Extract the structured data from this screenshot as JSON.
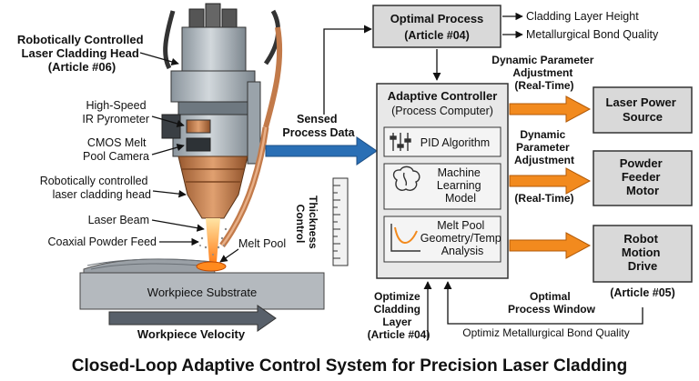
{
  "caption": "Closed-Loop Adaptive Control System for Precision Laser Cladding",
  "head_title": {
    "l1": "Robotically Controlled",
    "l2": "Laser Cladding Head",
    "l3": "(Article #06)"
  },
  "left_labels": {
    "pyrometer_l1": "High-Speed",
    "pyrometer_l2": "IR Pyrometer",
    "camera_l1": "CMOS Melt",
    "camera_l2": "Pool Camera",
    "head_l1": "Robotically controlled",
    "head_l2": "laser cladding head",
    "laser_beam": "Laser Beam",
    "powder_feed": "Coaxial Powder Feed",
    "melt_pool": "Melt Pool"
  },
  "workpiece": {
    "substrate": "Workpiece Substrate",
    "velocity": "Workpiece Velocity"
  },
  "thickness": {
    "l1": "Thickness",
    "l2": "Control"
  },
  "sensed": {
    "l1": "Sensed",
    "l2": "Process Data"
  },
  "optimal_process": {
    "title": "Optimal Process",
    "article": "(Article #04)",
    "out1": "Cladding Layer Height",
    "out2": "Metallurgical Bond Quality"
  },
  "controller": {
    "title": "Adaptive Controller",
    "subtitle": "(Process Computer)",
    "pid": "PID Algorithm",
    "ml_l1": "Machine",
    "ml_l2": "Learning",
    "ml_l3": "Model",
    "melt_l1": "Melt Pool",
    "melt_l2": "Geometry/Temp",
    "melt_l3": "Analysis"
  },
  "adjust1": {
    "l1": "Dynamic Parameter",
    "l2": "Adjustment",
    "l3": "(Real-Time)"
  },
  "adjust2": {
    "l1": "Dynamic",
    "l2": "Parameter",
    "l3": "Adjustment"
  },
  "adjust2_rt": "(Real-Time)",
  "outputs": {
    "laser_l1": "Laser Power",
    "laser_l2": "Source",
    "powder_l1": "Powder",
    "powder_l2": "Feeder",
    "powder_l3": "Motor",
    "robot_l1": "Robot",
    "robot_l2": "Motion",
    "robot_l3": "Drive",
    "robot_article": "(Article #05)"
  },
  "bottom": {
    "optimize_l1": "Optimize",
    "optimize_l2": "Cladding",
    "optimize_l3": "Layer",
    "optimize_l4": "(Article #04)",
    "window_l1": "Optimal",
    "window_l2": "Process Window",
    "bond": "Optimiz Metallurgical Bond Quality"
  },
  "colors": {
    "orange": "#f28a1e",
    "blue": "#2a6fb5",
    "box_fill": "#d9d9d9",
    "panel_fill": "#e8e8e8",
    "copper": "#c77b48"
  }
}
